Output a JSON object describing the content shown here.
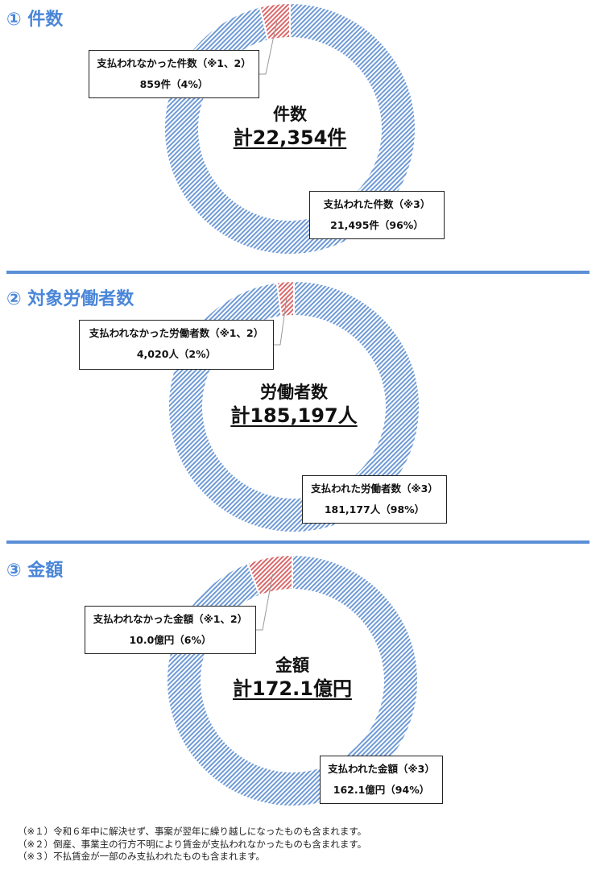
{
  "colors": {
    "paid": "#6e9ad6",
    "unpaid": "#d9686a",
    "accent": "#4a86d8"
  },
  "sections": [
    {
      "title": "① 件数",
      "center_label": "件数",
      "center_total": "計22,354件",
      "unpaid_label": "支払われなかった件数（※1、2）",
      "unpaid_value": "859件（4%）",
      "paid_label": "支払われた件数（※3）",
      "paid_value": "21,495件（96%）"
    },
    {
      "title": "② 対象労働者数",
      "center_label": "労働者数",
      "center_total": "計185,197人",
      "unpaid_label": "支払われなかった労働者数（※1、2）",
      "unpaid_value": "4,020人（2%）",
      "paid_label": "支払われた労働者数（※3）",
      "paid_value": "181,177人（98%）"
    },
    {
      "title": "③ 金額",
      "center_label": "金額",
      "center_total": "計172.1億円",
      "unpaid_label": "支払われなかった金額（※1、2）",
      "unpaid_value": "10.0億円（6%）",
      "paid_label": "支払われた金額（※3）",
      "paid_value": "162.1億円（94%）"
    }
  ],
  "notes": [
    "（※１）令和６年中に解決せず、事案が翌年に繰り越しになったものも含まれます。",
    "（※２）倒産、事業主の行方不明により賃金が支払われなかったものも含まれます。",
    "（※３）不払賃金が一部のみ支払われたものも含まれます。"
  ],
  "chart_data": [
    {
      "type": "pie",
      "title": "件数",
      "categories": [
        "支払われた件数",
        "支払われなかった件数"
      ],
      "values": [
        21495,
        859
      ],
      "percent": [
        96,
        4
      ],
      "total": 22354
    },
    {
      "type": "pie",
      "title": "労働者数",
      "categories": [
        "支払われた労働者数",
        "支払われなかった労働者数"
      ],
      "values": [
        181177,
        4020
      ],
      "percent": [
        98,
        2
      ],
      "total": 185197
    },
    {
      "type": "pie",
      "title": "金額",
      "categories": [
        "支払われた金額",
        "支払われなかった金額"
      ],
      "values": [
        162.1,
        10.0
      ],
      "percent": [
        94,
        6
      ],
      "total": 172.1
    }
  ]
}
